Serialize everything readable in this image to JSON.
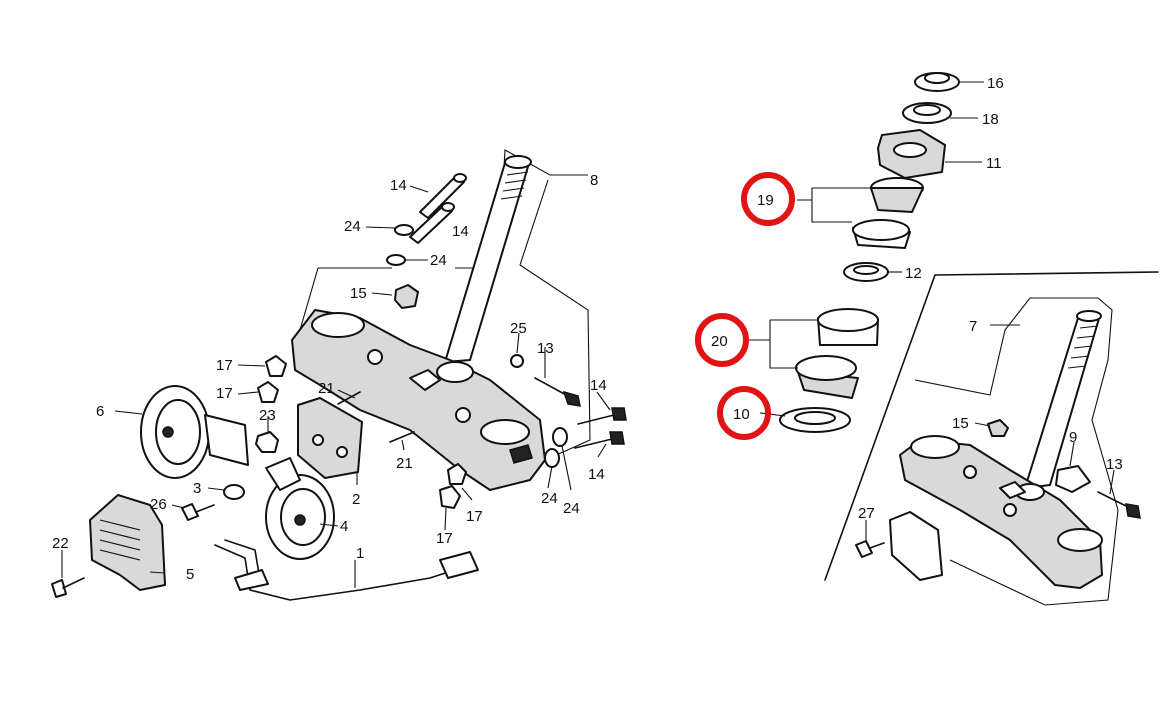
{
  "diagram": {
    "highlight_color": "#e01414",
    "callouts": {
      "c1": "1",
      "c2": "2",
      "c3": "3",
      "c4": "4",
      "c5": "5",
      "c6": "6",
      "c7": "7",
      "c8": "8",
      "c9": "9",
      "c10": "10",
      "c11": "11",
      "c12": "12",
      "c13a": "13",
      "c13b": "13",
      "c14a": "14",
      "c14b": "14",
      "c14c": "14",
      "c14d": "14",
      "c15a": "15",
      "c15b": "15",
      "c16": "16",
      "c17a": "17",
      "c17b": "17",
      "c17c": "17",
      "c17d": "17",
      "c18": "18",
      "c19": "19",
      "c20": "20",
      "c21a": "21",
      "c21b": "21",
      "c22": "22",
      "c23": "23",
      "c24a": "24",
      "c24b": "24",
      "c24c": "24",
      "c24d": "24",
      "c25": "25",
      "c26": "26",
      "c27": "27"
    },
    "highlighted": [
      "19",
      "20",
      "10"
    ]
  }
}
